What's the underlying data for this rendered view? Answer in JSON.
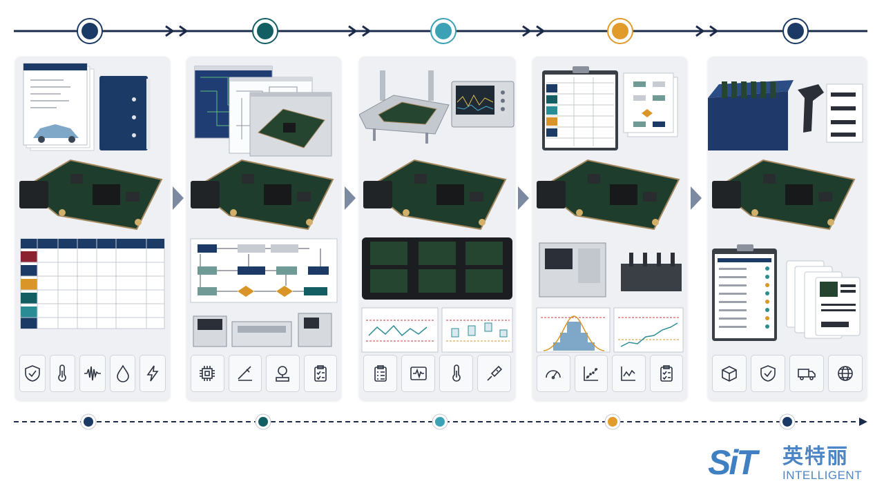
{
  "stages": [
    {
      "id": "stage-1",
      "color": "#1c3a66",
      "icons": [
        "shield-check-icon",
        "thermometer-icon",
        "waveform-icon",
        "water-drop-icon",
        "lightning-icon"
      ]
    },
    {
      "id": "stage-2",
      "color": "#135e63",
      "icons": [
        "chip-icon",
        "soldering-iron-icon",
        "inspection-lamp-icon",
        "checklist-icon"
      ]
    },
    {
      "id": "stage-3",
      "color": "#3aa2b4",
      "icons": [
        "clipboard-checklist-icon",
        "oscilloscope-wave-icon",
        "thermometer-icon",
        "probe-icon"
      ]
    },
    {
      "id": "stage-4",
      "color": "#e09b2a",
      "icons": [
        "gauge-icon",
        "scatter-trend-icon",
        "line-chart-icon",
        "checklist-icon"
      ]
    },
    {
      "id": "stage-5",
      "color": "#1c3a66",
      "icons": [
        "package-box-icon",
        "shield-check-icon",
        "delivery-truck-icon",
        "globe-icon"
      ]
    }
  ],
  "timeline_line_color": "#1c2b4a",
  "logo": {
    "mark_text": "SiT",
    "chinese_text": "英特丽",
    "english_text": "INTELLIGENT",
    "color": "#4d86c4"
  }
}
